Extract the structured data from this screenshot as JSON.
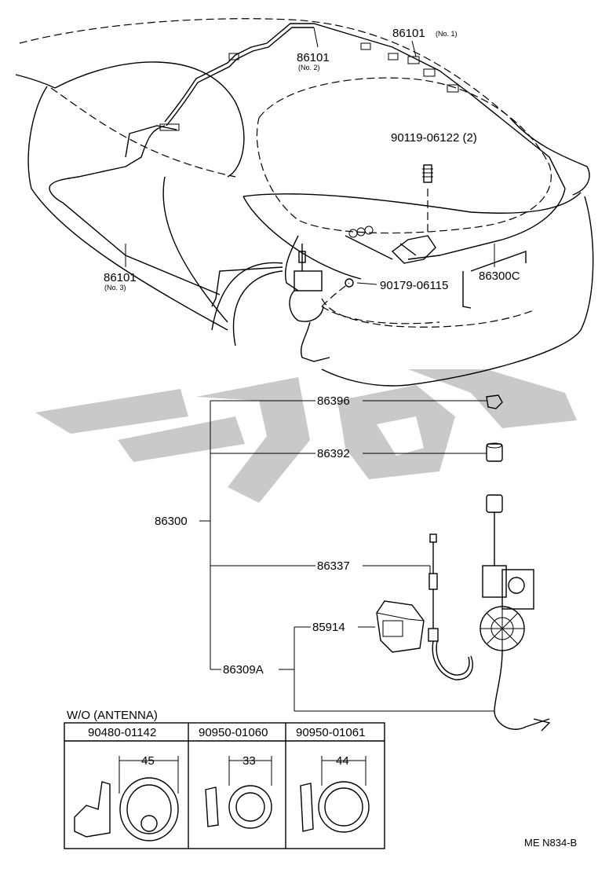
{
  "diagram": {
    "callouts": {
      "p86101_no1": {
        "part": "86101",
        "note": "(No. 1)"
      },
      "p86101_no2": {
        "part": "86101",
        "note": "(No. 2)"
      },
      "p86101_no3": {
        "part": "86101",
        "note": "(No. 3)"
      },
      "p90119": "90119-06122 (2)",
      "p90179": "90179-06115",
      "p86300C": "86300C"
    },
    "tree": {
      "root": "86300",
      "p86396": "86396",
      "p86392": "86392",
      "p86337": "86337",
      "p85914": "85914",
      "p86309A": "86309A"
    },
    "wo_table": {
      "title": "W/O (ANTENNA)",
      "columns": [
        {
          "part": "90480-01142",
          "dimension": "45"
        },
        {
          "part": "90950-01060",
          "dimension": "33"
        },
        {
          "part": "90950-01061",
          "dimension": "44"
        }
      ]
    },
    "figure_code": "ME N834-B"
  }
}
